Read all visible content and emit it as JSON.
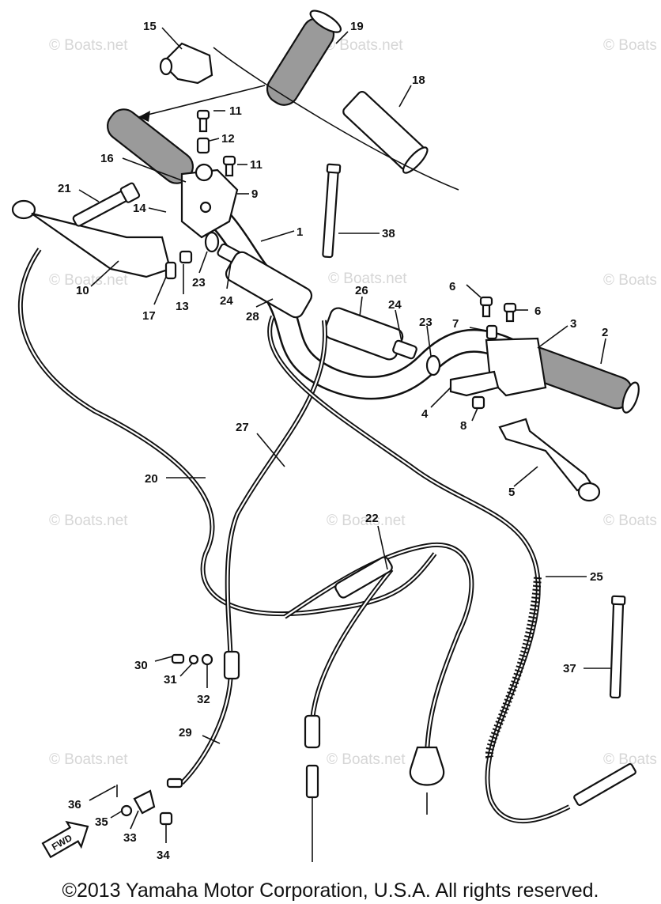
{
  "watermarks": [
    "© Boats.net",
    "© Boats.net",
    "© Boats",
    "© Boats.net",
    "© Boats.net",
    "© Boats",
    "© Boats.net",
    "© Boats.net",
    "© Boats",
    "© Boats.net",
    "© Boats.net",
    "© Boats"
  ],
  "fwd_label": "FWD",
  "copyright": "©2013 Yamaha Motor Corporation, U.S.A. All rights reserved.",
  "callouts": [
    "15",
    "19",
    "18",
    "11",
    "12",
    "11",
    "16",
    "21",
    "9",
    "14",
    "1",
    "38",
    "10",
    "17",
    "13",
    "23",
    "24",
    "28",
    "26",
    "24",
    "6",
    "6",
    "7",
    "3",
    "2",
    "23",
    "4",
    "8",
    "5",
    "27",
    "20",
    "22",
    "25",
    "30",
    "31",
    "32",
    "37",
    "29",
    "36",
    "35",
    "33",
    "34"
  ]
}
